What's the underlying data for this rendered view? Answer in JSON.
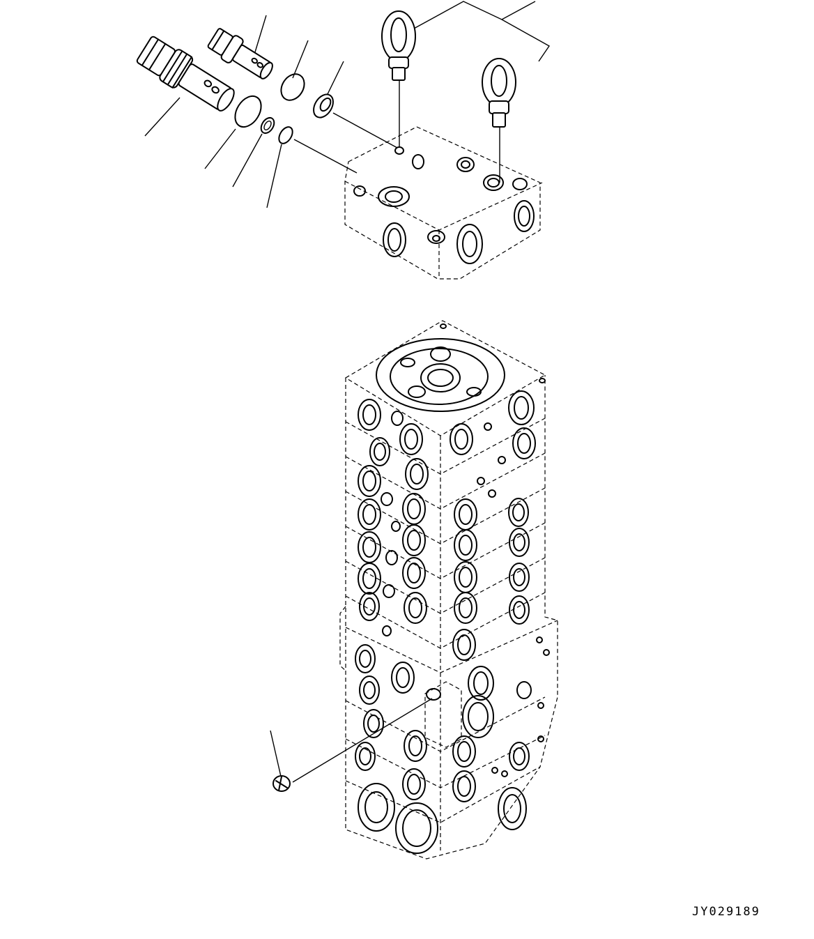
{
  "drawing": {
    "code": "JY029189"
  },
  "parts": [
    {
      "name": "relief-valve-large"
    },
    {
      "name": "relief-valve-small"
    },
    {
      "name": "o-ring-small-valve"
    },
    {
      "name": "o-ring-large-valve"
    },
    {
      "name": "backup-ring"
    },
    {
      "name": "o-ring-lower"
    },
    {
      "name": "plug-washer"
    },
    {
      "name": "eye-bolt-left"
    },
    {
      "name": "eye-bolt-right"
    },
    {
      "name": "plug-side"
    }
  ]
}
